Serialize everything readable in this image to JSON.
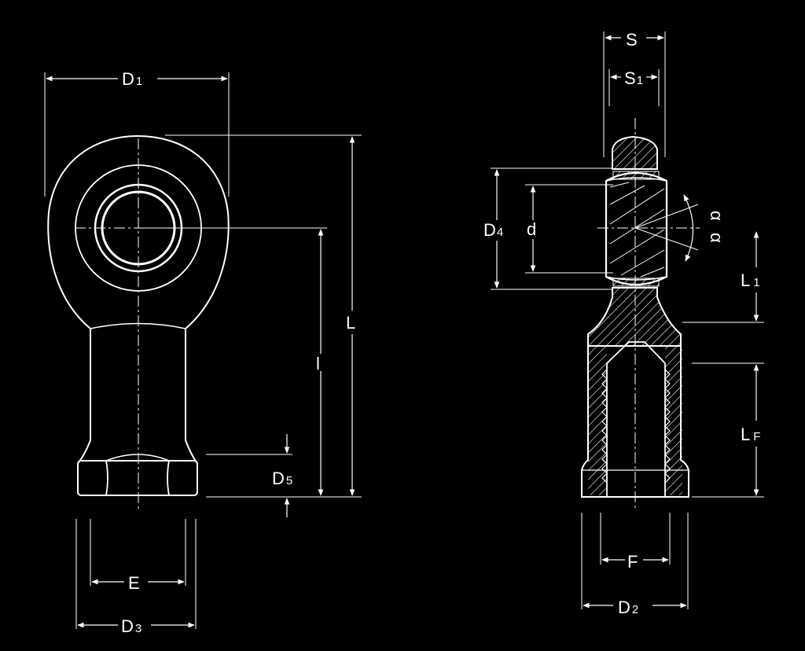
{
  "drawing": {
    "background": "#000000",
    "stroke_color": "#ffffff"
  },
  "front_view": {
    "dims": {
      "D1": {
        "base": "D",
        "sub": "1"
      },
      "D3": {
        "base": "D",
        "sub": "3"
      },
      "D5": {
        "base": "D",
        "sub": "5"
      },
      "E": {
        "base": "E",
        "sub": ""
      },
      "L": {
        "base": "L",
        "sub": ""
      },
      "l": {
        "base": "l",
        "sub": ""
      }
    }
  },
  "side_view": {
    "dims": {
      "S": {
        "base": "S",
        "sub": ""
      },
      "S1": {
        "base": "S",
        "sub": "1"
      },
      "D4": {
        "base": "D",
        "sub": "4"
      },
      "d": {
        "base": "d",
        "sub": ""
      },
      "alpha1": {
        "base": "α",
        "sub": ""
      },
      "alpha2": {
        "base": "α",
        "sub": ""
      },
      "L1": {
        "base": "L",
        "sub": "1"
      },
      "LF": {
        "base": "L",
        "sub": "F"
      },
      "F": {
        "base": "F",
        "sub": ""
      },
      "D2": {
        "base": "D",
        "sub": "2"
      }
    }
  }
}
